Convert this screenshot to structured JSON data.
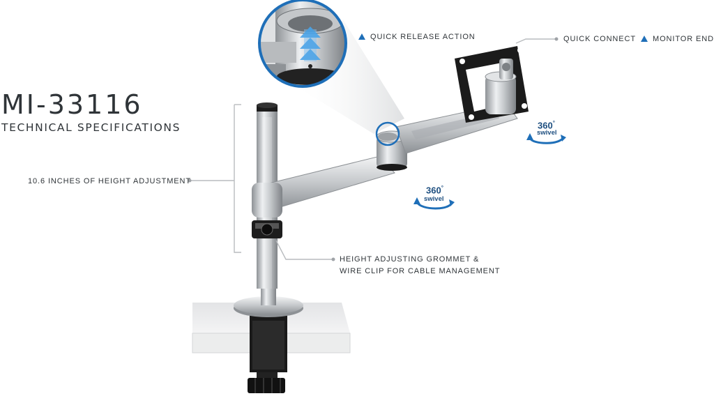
{
  "heading": {
    "model": "MI-33116",
    "subtitle": "TECHNICAL SPECIFICATIONS"
  },
  "callouts": {
    "height_adjustment": "10.6  INCHES OF HEIGHT ADJUSTMENT",
    "grommet_line1": "HEIGHT ADJUSTING GROMMET &",
    "grommet_line2": "WIRE CLIP FOR CABLE MANAGEMENT",
    "quick_release": "QUICK RELEASE ACTION",
    "quick_connect": "QUICK CONNECT",
    "monitor_end": "MONITOR END"
  },
  "swivel_badges": [
    {
      "degrees": "360",
      "degree_mark": "°",
      "word": "swivel"
    },
    {
      "degrees": "360",
      "degree_mark": "°",
      "word": "swivel"
    }
  ],
  "colors": {
    "text": "#2f3438",
    "accent_blue": "#1f6fb8",
    "badge_blue": "#1e4f80",
    "callout_line": "#b9bcbf",
    "aluminum": "#c9ccd0"
  },
  "icons": [
    "triangle-up-icon",
    "swivel-arrow-icon",
    "up-arrows-icon"
  ]
}
